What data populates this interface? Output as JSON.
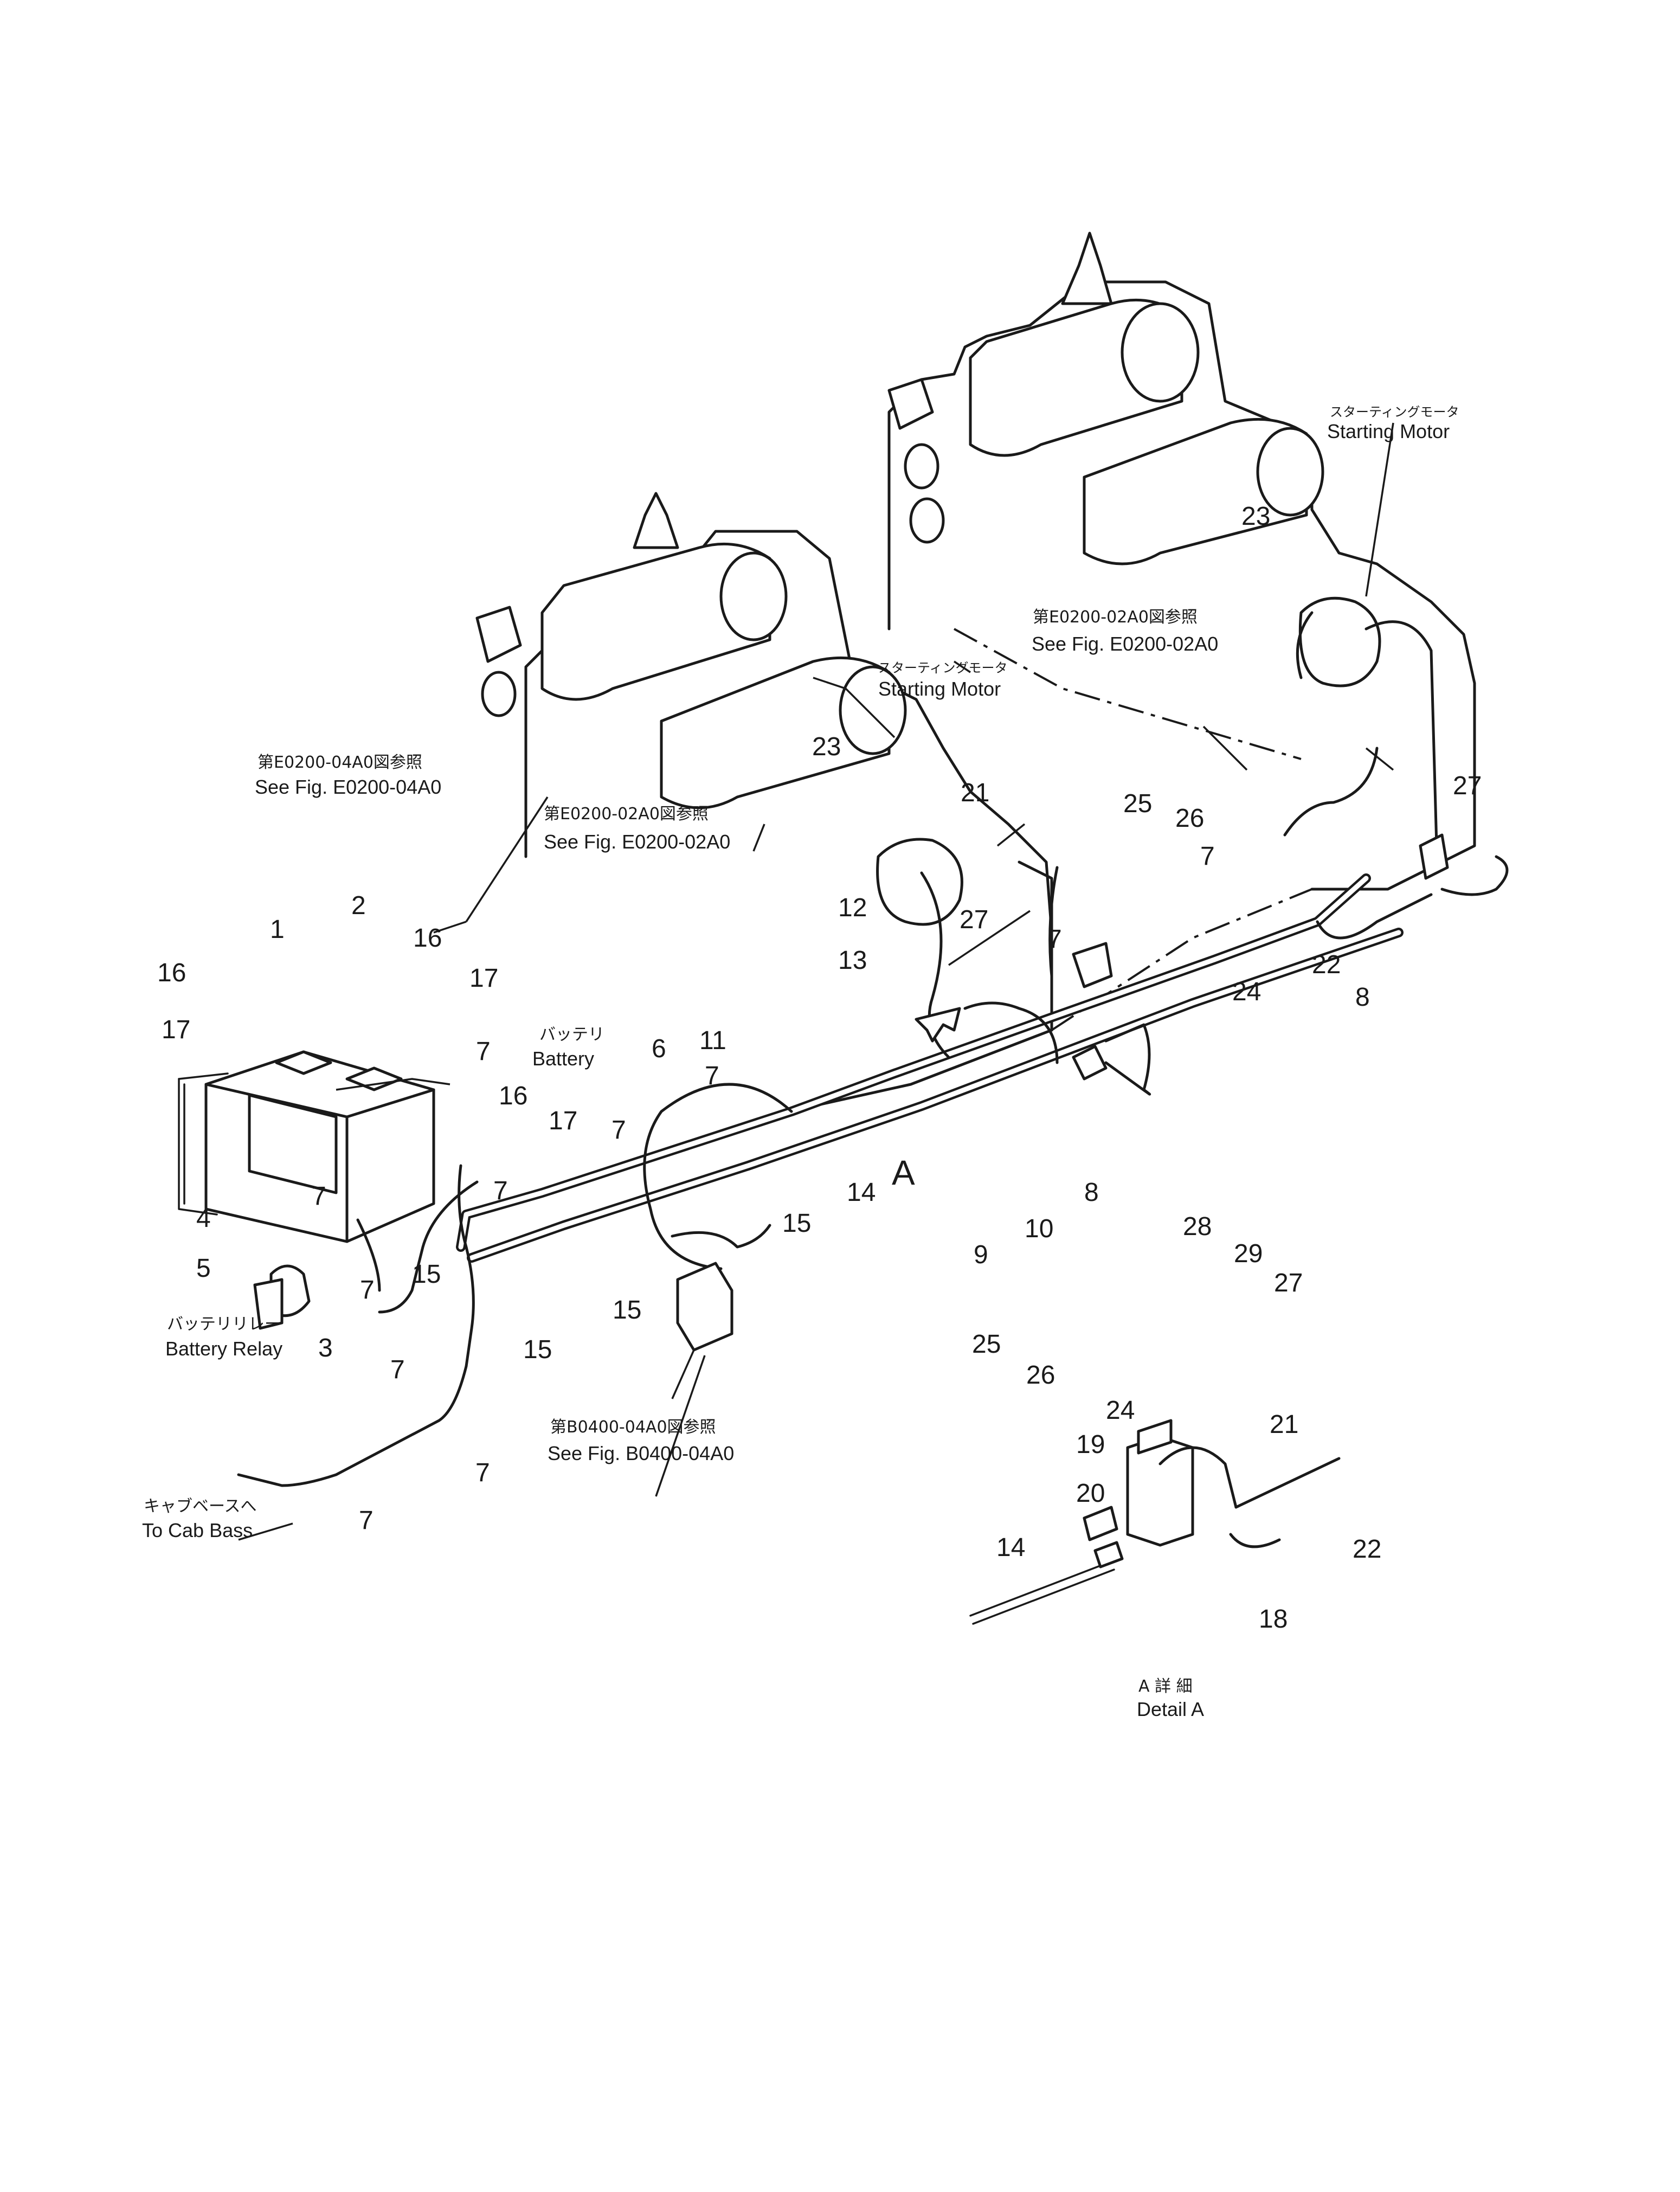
{
  "diagram": {
    "part_numbers": [
      "1",
      "2",
      "3",
      "4",
      "5",
      "6",
      "7",
      "8",
      "9",
      "10",
      "11",
      "12",
      "13",
      "14",
      "15",
      "16",
      "17",
      "18",
      "19",
      "20",
      "21",
      "22",
      "23",
      "24",
      "25",
      "26",
      "27",
      "28",
      "29"
    ],
    "references": {
      "see_e0200_04a0_jp": "第E0200-04A0図参照",
      "see_e0200_04a0_en": "See  Fig.  E0200-04A0",
      "see_e0200_02a0_jp": "第E0200-02A0図参照",
      "see_e0200_02a0_en": "See  Fig.  E0200-02A0",
      "see_b0400_04a0_jp": "第B0400-04A0図参照",
      "see_b0400_04a0_en": "See  Fig.  B0400-04A0"
    },
    "components": {
      "starting_motor_jp": "スターティングモータ",
      "starting_motor_en": "Starting  Motor",
      "battery_jp": "バッテリ",
      "battery_en": "Battery",
      "battery_relay_jp": "バッテリリレー",
      "battery_relay_en": "Battery  Relay",
      "to_cab_base_jp": "キャブベースへ",
      "to_cab_base_en": "To  Cab  Bass"
    },
    "detail": {
      "marker": "A",
      "caption_jp": "A 詳 細",
      "caption_en": "Detail A"
    }
  }
}
